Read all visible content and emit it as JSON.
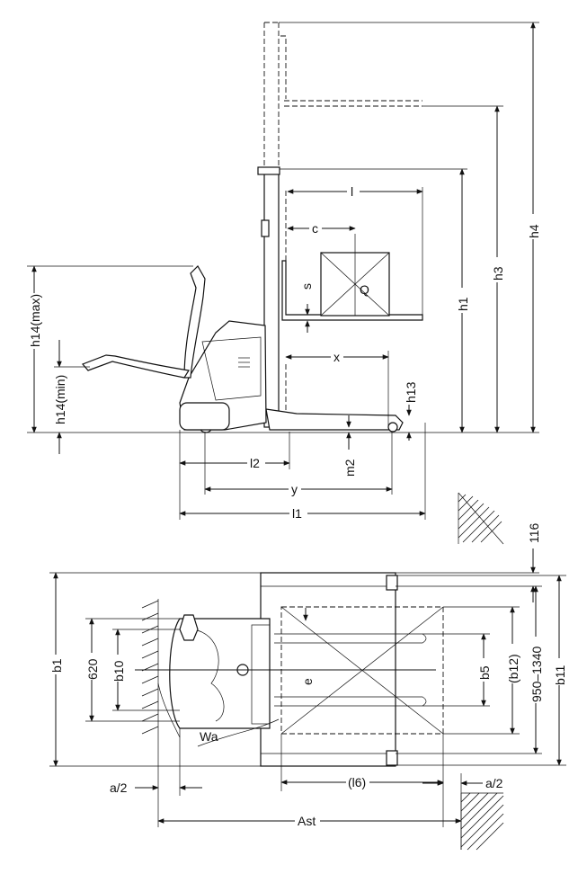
{
  "labels": {
    "l": "l",
    "c": "c",
    "s": "s",
    "q": "Q",
    "x": "x",
    "h13": "h13",
    "h1": "h1",
    "h3": "h3",
    "h4": "h4",
    "h14max": "h14(max)",
    "h14min": "h14(min)",
    "l2": "l2",
    "m2": "m2",
    "y": "y",
    "l1": "l1",
    "d116": "116",
    "b1": "b1",
    "d620": "620",
    "b10": "b10",
    "e": "e",
    "b5": "b5",
    "b12": "(b12)",
    "range": "950–1340",
    "b11": "b11",
    "wa": "Wa",
    "a2left": "a/2",
    "l6": "(l6)",
    "a2right": "a/2",
    "ast": "Ast"
  }
}
